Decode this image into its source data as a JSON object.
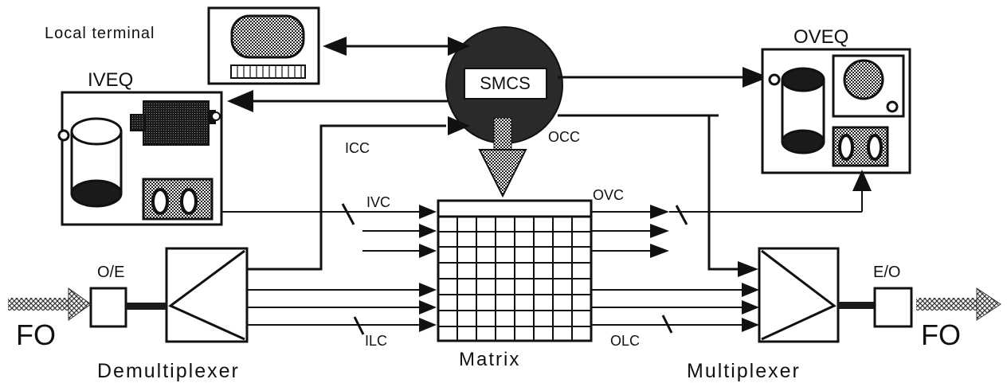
{
  "labels": {
    "local_terminal": "Local terminal",
    "smcs": "SMCS",
    "iveq": "IVEQ",
    "oveq": "OVEQ",
    "icc": "ICC",
    "occ": "OCC",
    "ivc": "IVC",
    "ovc": "OVC",
    "ilc": "ILC",
    "olc": "OLC",
    "oe": "O/E",
    "eo": "E/O",
    "fo_left": "FO",
    "fo_right": "FO",
    "matrix": "Matrix",
    "demux": "Demultiplexer",
    "mux": "Multiplexer"
  },
  "colors": {
    "ink": "#111111",
    "dither": "#8a8a8a",
    "dark_fill": "#2a2a2a",
    "background": "#ffffff"
  }
}
